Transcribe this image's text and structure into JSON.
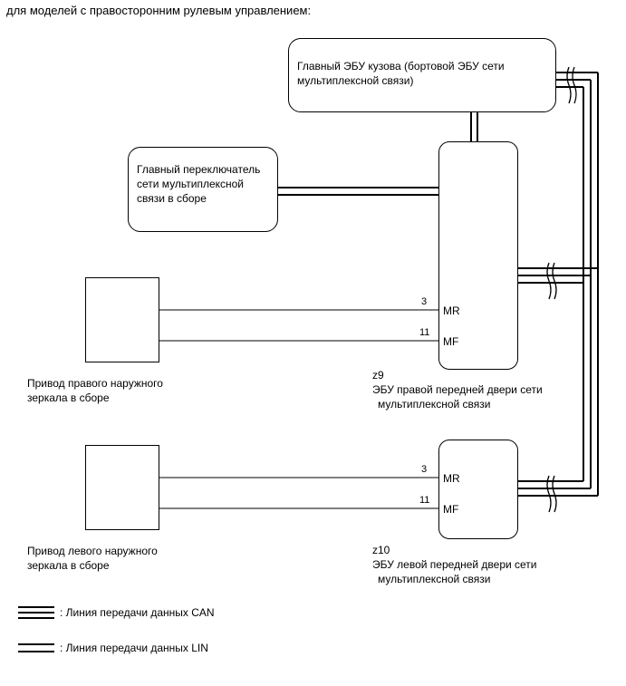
{
  "header": "для моделей с правосторонним рулевым управлением:",
  "body_ecu": {
    "line1": "Главный ЭБУ кузова (бортовой ЭБУ сети",
    "line2": "мультиплексной связи)"
  },
  "master_switch": {
    "line1": "Главный переключатель",
    "line2": "сети мультиплексной",
    "line3": "связи в сборе"
  },
  "right_mirror": {
    "line1": "Привод правого наружного",
    "line2": "зеркала в сборе"
  },
  "left_mirror": {
    "line1": "Привод левого наружного",
    "line2": "зеркала в сборе"
  },
  "right_door_ecu": {
    "code": "z9",
    "line1": "ЭБУ правой передней двери сети",
    "line2": "мультиплексной связи",
    "pin_mr": "3",
    "pin_mf": "11",
    "term_mr": "MR",
    "term_mf": "MF"
  },
  "left_door_ecu": {
    "code": "z10",
    "line1": "ЭБУ левой передней двери сети",
    "line2": "мультиплексной связи",
    "pin_mr": "3",
    "pin_mf": "11",
    "term_mr": "MR",
    "term_mf": "MF"
  },
  "legend": {
    "can": ": Линия передачи данных CAN",
    "lin": ": Линия передачи данных LIN"
  }
}
